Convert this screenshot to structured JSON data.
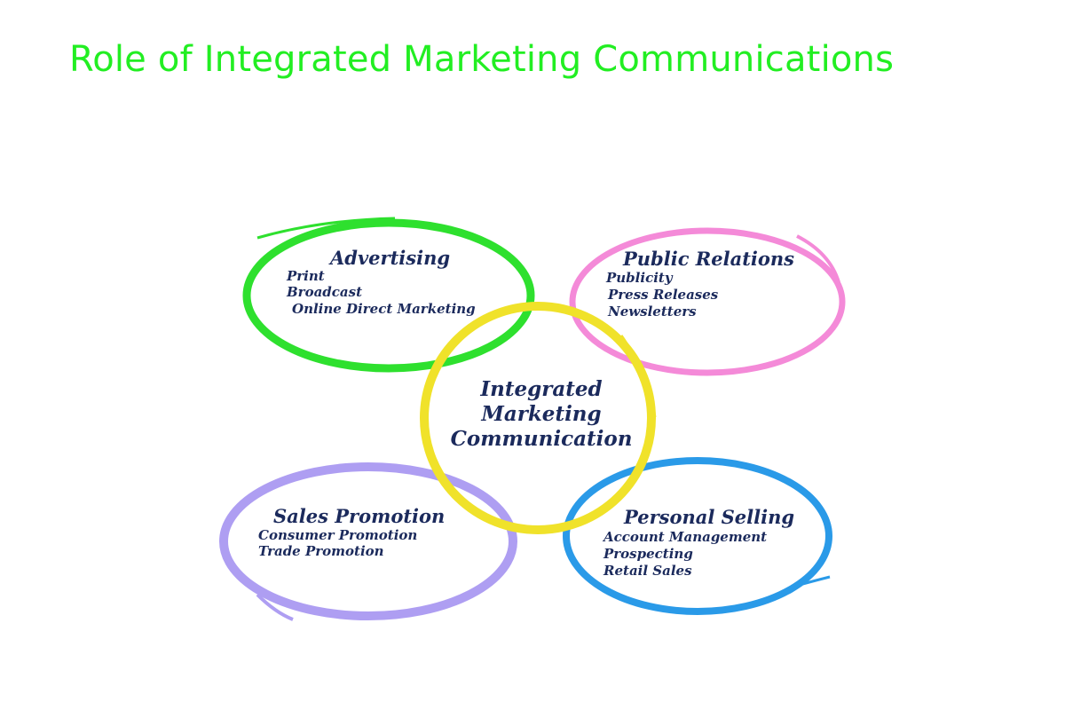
{
  "title": "Role of Integrated Marketing Communications",
  "colors": {
    "title": "#22ee22",
    "text": "#1b2a5c",
    "advertising": "#2ee02e",
    "public_relations": "#f48ad8",
    "center": "#f0e22a",
    "sales_promotion": "#ae9ef2",
    "personal_selling": "#2a9ae8"
  },
  "center": {
    "lines": [
      "Integrated",
      "Marketing",
      "Communication"
    ]
  },
  "nodes": {
    "advertising": {
      "heading": "Advertising",
      "items": [
        "Print",
        "Broadcast",
        "Online Direct Marketing"
      ]
    },
    "public_relations": {
      "heading": "Public Relations",
      "items": [
        "Publicity",
        "Press Releases",
        "Newsletters"
      ]
    },
    "sales_promotion": {
      "heading": "Sales Promotion",
      "items": [
        "Consumer Promotion",
        "Trade Promotion"
      ]
    },
    "personal_selling": {
      "heading": "Personal Selling",
      "items": [
        "Account Management",
        "Prospecting",
        "Retail Sales"
      ]
    }
  }
}
